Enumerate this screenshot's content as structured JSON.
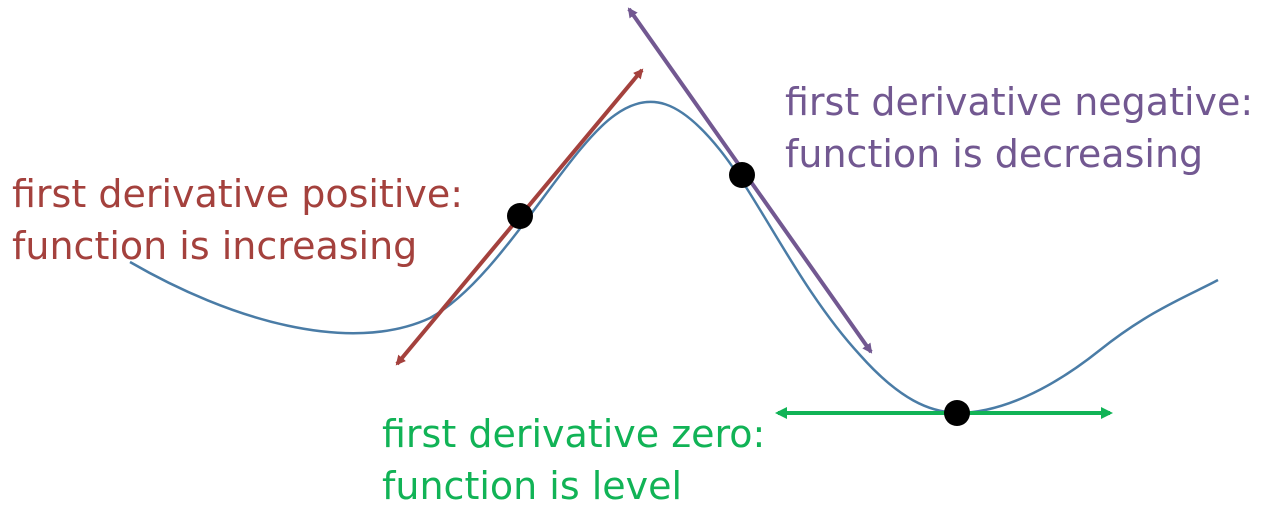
{
  "colors": {
    "curve": "#4a7ca6",
    "positive": "#a4413d",
    "negative": "#725891",
    "zero": "#11b356",
    "point": "#000000"
  },
  "annotations": {
    "positive": {
      "line1": "first derivative positive:",
      "line2": "function is increasing"
    },
    "negative": {
      "line1": "first derivative negative:",
      "line2": "function is decreasing"
    },
    "zero": {
      "line1": "first derivative zero:",
      "line2": "function is level"
    }
  }
}
